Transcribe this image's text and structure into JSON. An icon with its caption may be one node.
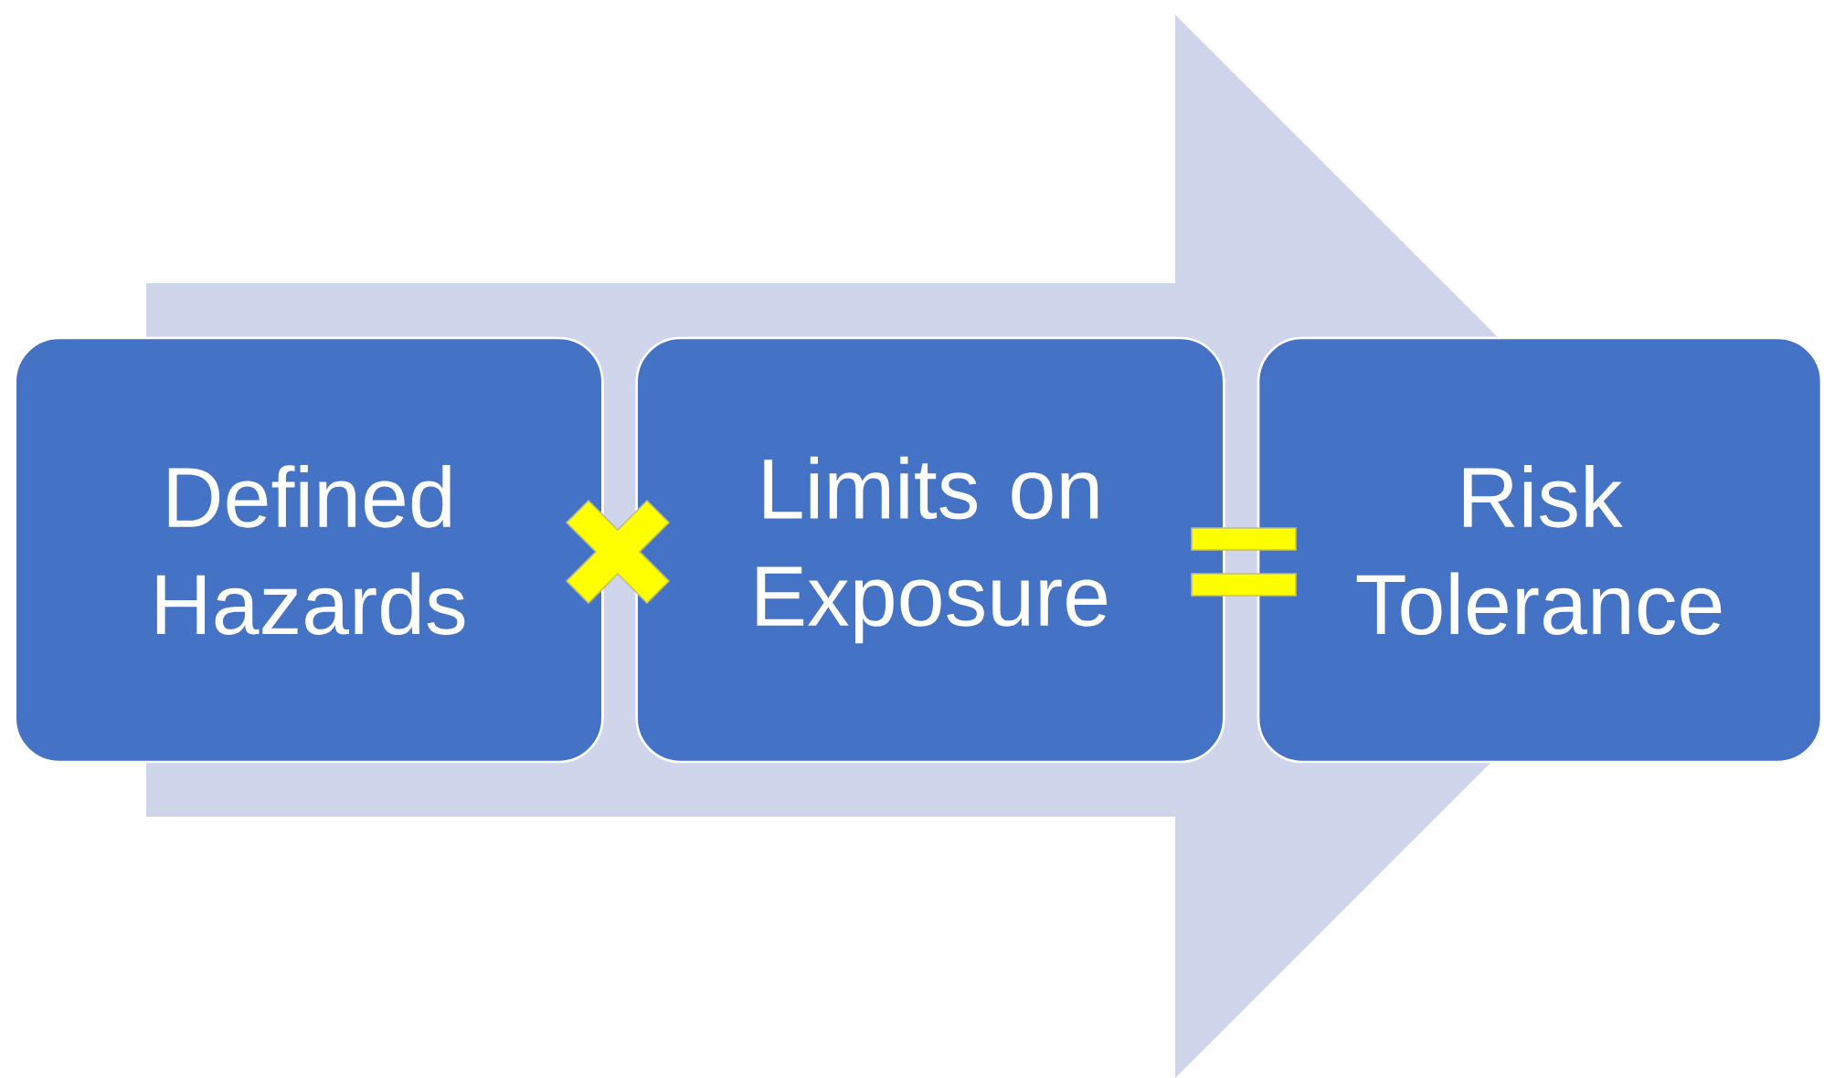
{
  "diagram": {
    "nodes": [
      {
        "text": [
          "Defined Hazards"
        ]
      },
      {
        "text": [
          "Limits on Exposure"
        ]
      },
      {
        "text": [
          "Risk Tolerance"
        ]
      }
    ],
    "edges": [
      {
        "from": 0,
        "to": 2,
        "arrow": "to"
      }
    ]
  }
}
